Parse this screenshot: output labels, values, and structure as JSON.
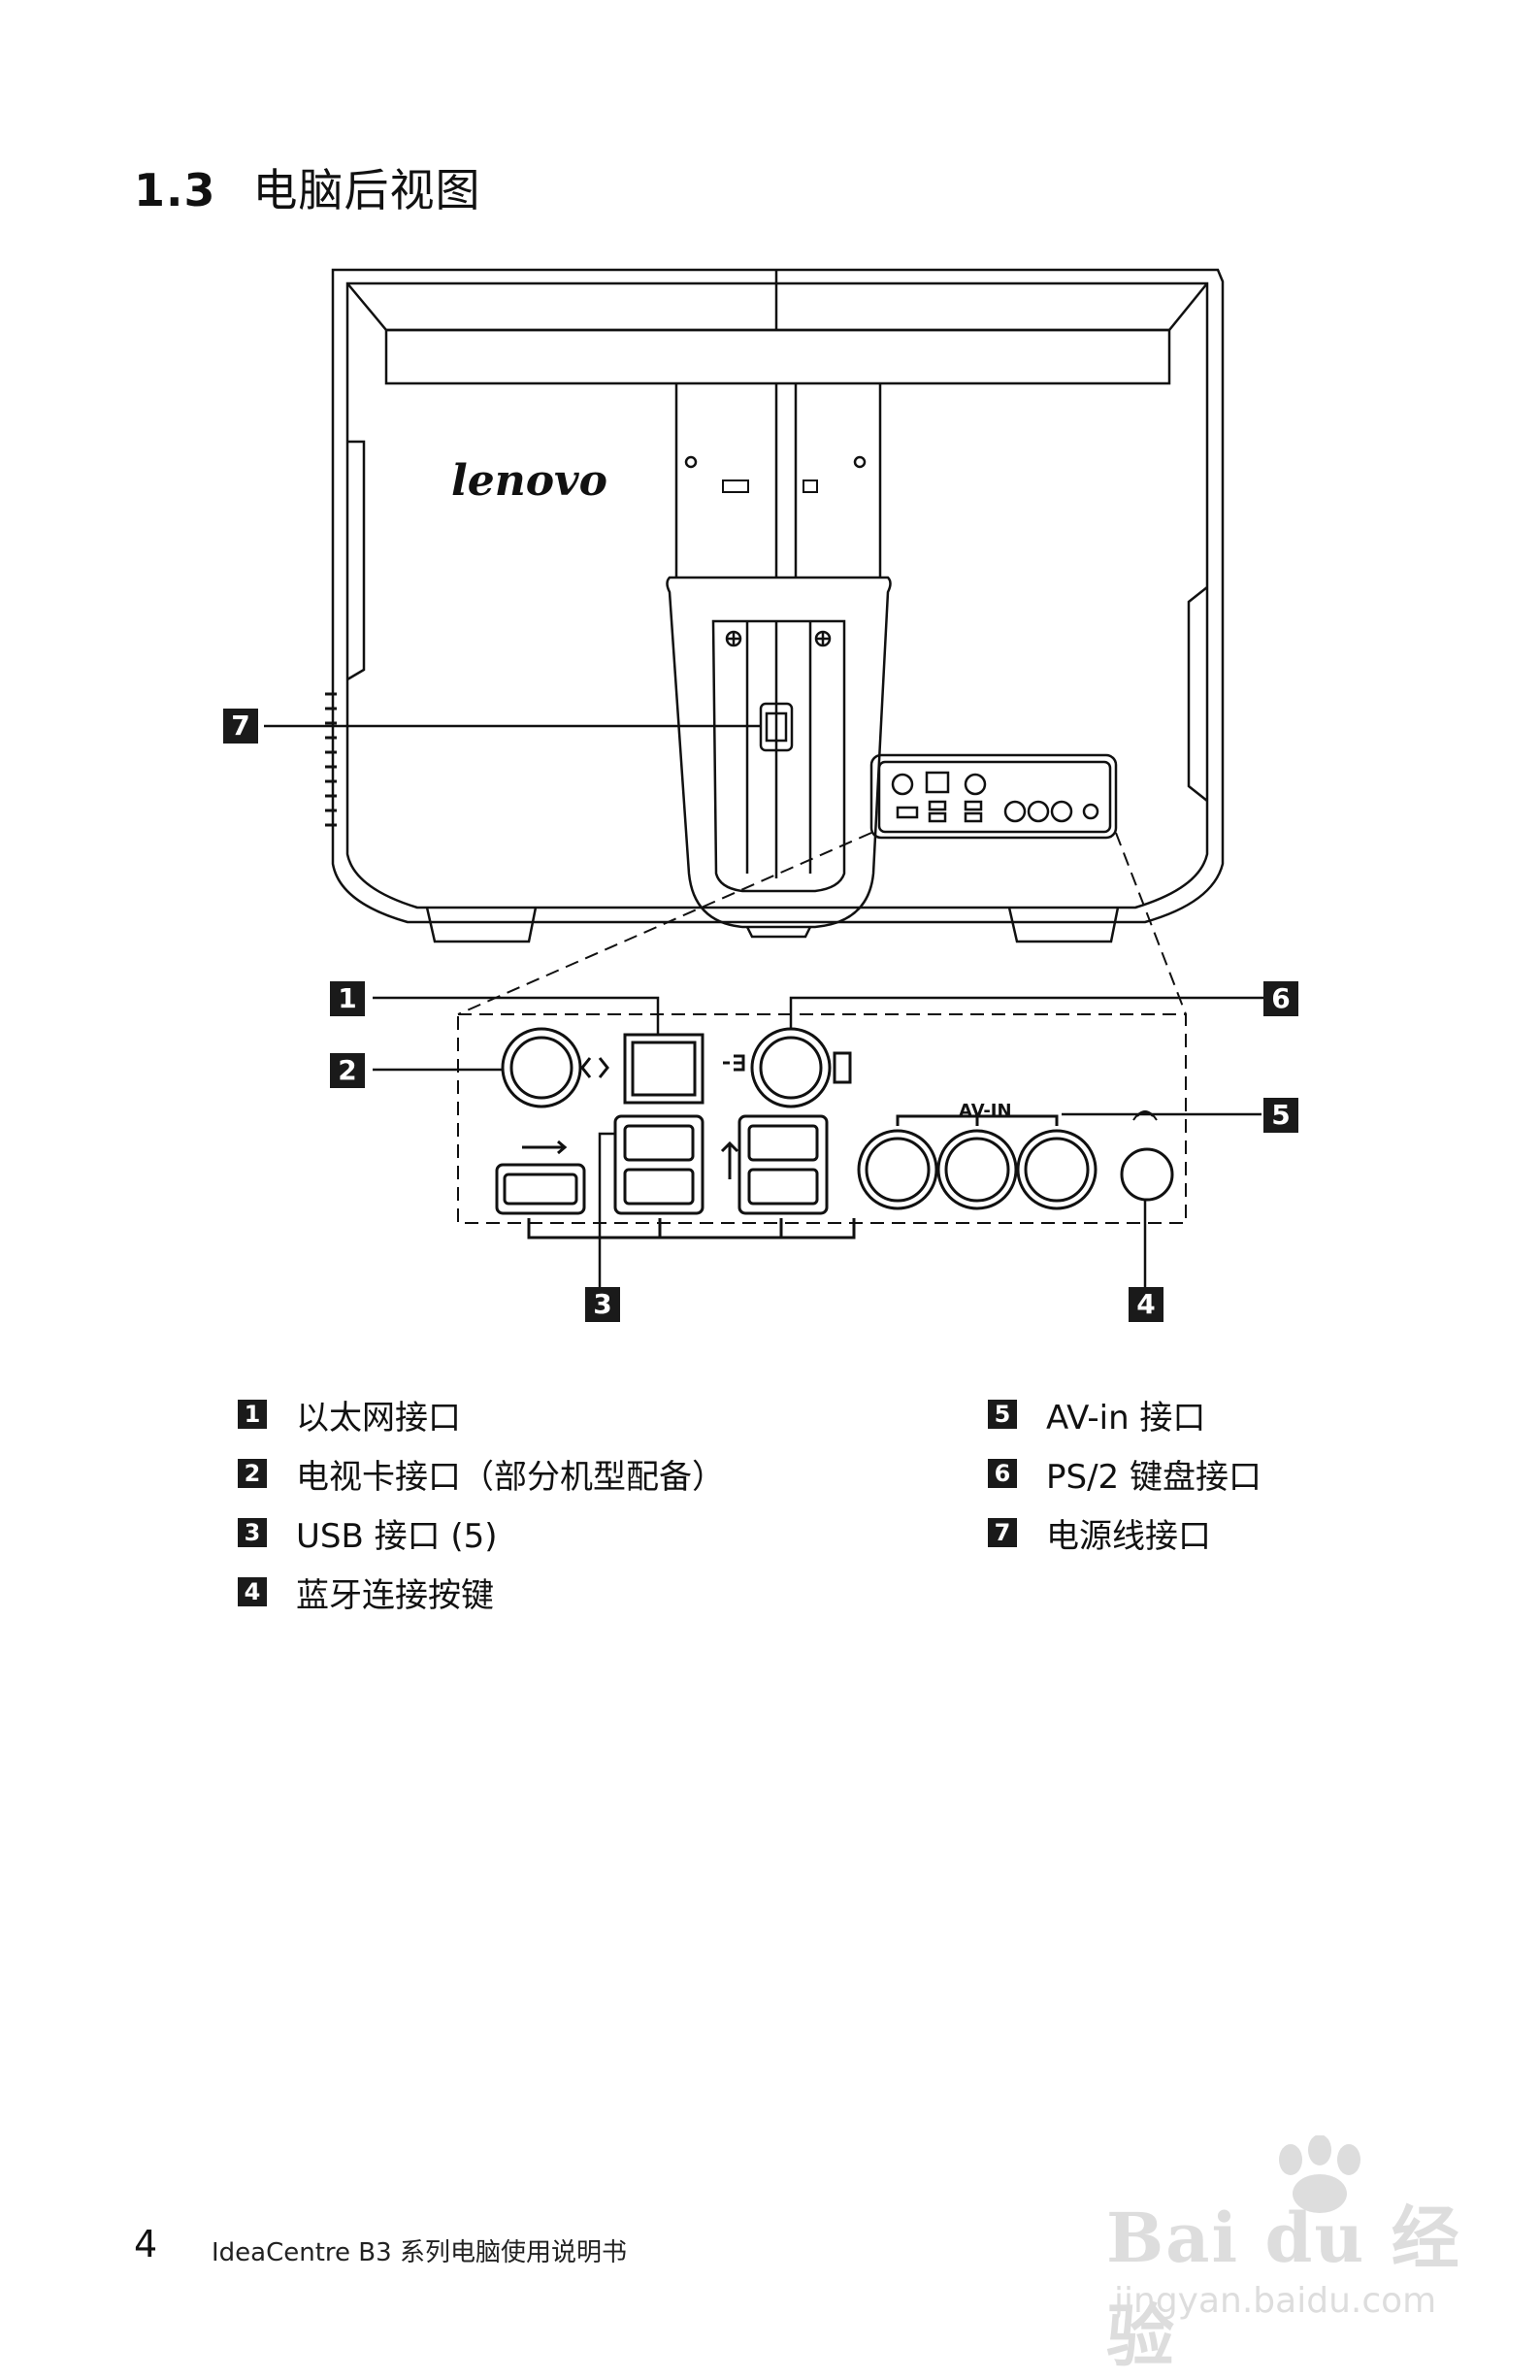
{
  "section": {
    "number": "1.3",
    "title": "电脑后视图"
  },
  "device": {
    "brand_logo": "lenovo",
    "panel_av_label": "AV-IN"
  },
  "callouts": [
    "1",
    "2",
    "3",
    "4",
    "5",
    "6",
    "7"
  ],
  "legend": {
    "left": [
      {
        "num": "1",
        "text": "以太网接口"
      },
      {
        "num": "2",
        "text": "电视卡接口（部分机型配备）"
      },
      {
        "num": "3",
        "text": "USB 接口 (5)"
      },
      {
        "num": "4",
        "text": "蓝牙连接按键"
      }
    ],
    "right": [
      {
        "num": "5",
        "text": "AV-in 接口"
      },
      {
        "num": "6",
        "text": "PS/2 键盘接口"
      },
      {
        "num": "7",
        "text": "电源线接口"
      }
    ]
  },
  "footer": {
    "page": "4",
    "text": "IdeaCentre B3 系列电脑使用说明书"
  },
  "watermark": {
    "brand": "Bai du 经验",
    "site": "jingyan.baidu.com"
  }
}
